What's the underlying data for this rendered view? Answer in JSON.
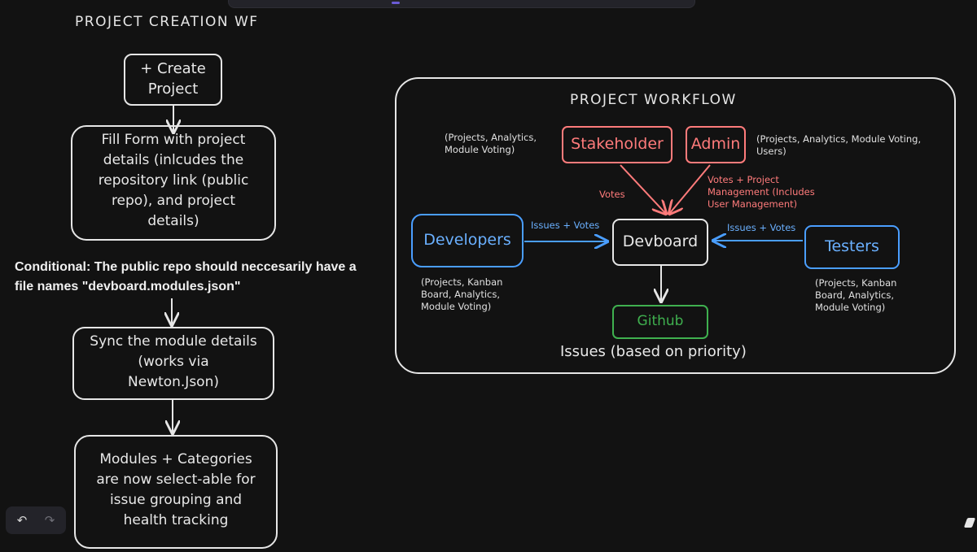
{
  "left_flow": {
    "title": "PROJECT CREATION WF",
    "step1": "+ Create\nProject",
    "step2": "Fill Form with project\ndetails (inlcudes the\nrepository link (public\nrepo), and project\ndetails)",
    "condition": "Conditional: The public repo should neccesarily have a file names \"devboard.modules.json\"",
    "step3": "Sync the module details\n(works via\nNewton.Json)",
    "step4": "Modules + Categories\nare now select-able for\nissue grouping and\nhealth tracking"
  },
  "workflow": {
    "title": "PROJECT WORKFLOW",
    "stakeholder": "Stakeholder",
    "admin": "Admin",
    "developers": "Developers",
    "devboard": "Devboard",
    "testers": "Testers",
    "github": "Github",
    "stakeholder_access": "(Projects, Analytics,\nModule Voting)",
    "admin_access": "(Projects, Analytics, Module Voting,\nUsers)",
    "developers_access": "(Projects, Kanban\nBoard, Analytics,\nModule Voting)",
    "testers_access": "(Projects, Kanban\nBoard, Analytics,\nModule Voting)",
    "label_votes": "Votes",
    "label_admin_edge": "Votes + Project\nManagement (Includes\nUser Management)",
    "label_dev_edge": "Issues + Votes",
    "label_tester_edge": "Issues + Votes",
    "issues_caption": "Issues (based on priority)"
  },
  "toolbar": {
    "undo_icon": "undo-icon",
    "redo_icon": "redo-icon"
  },
  "colors": {
    "red": "#ff7b7b",
    "blue": "#4a9eff",
    "green": "#3fb04f",
    "stroke": "#e6e6e6"
  }
}
